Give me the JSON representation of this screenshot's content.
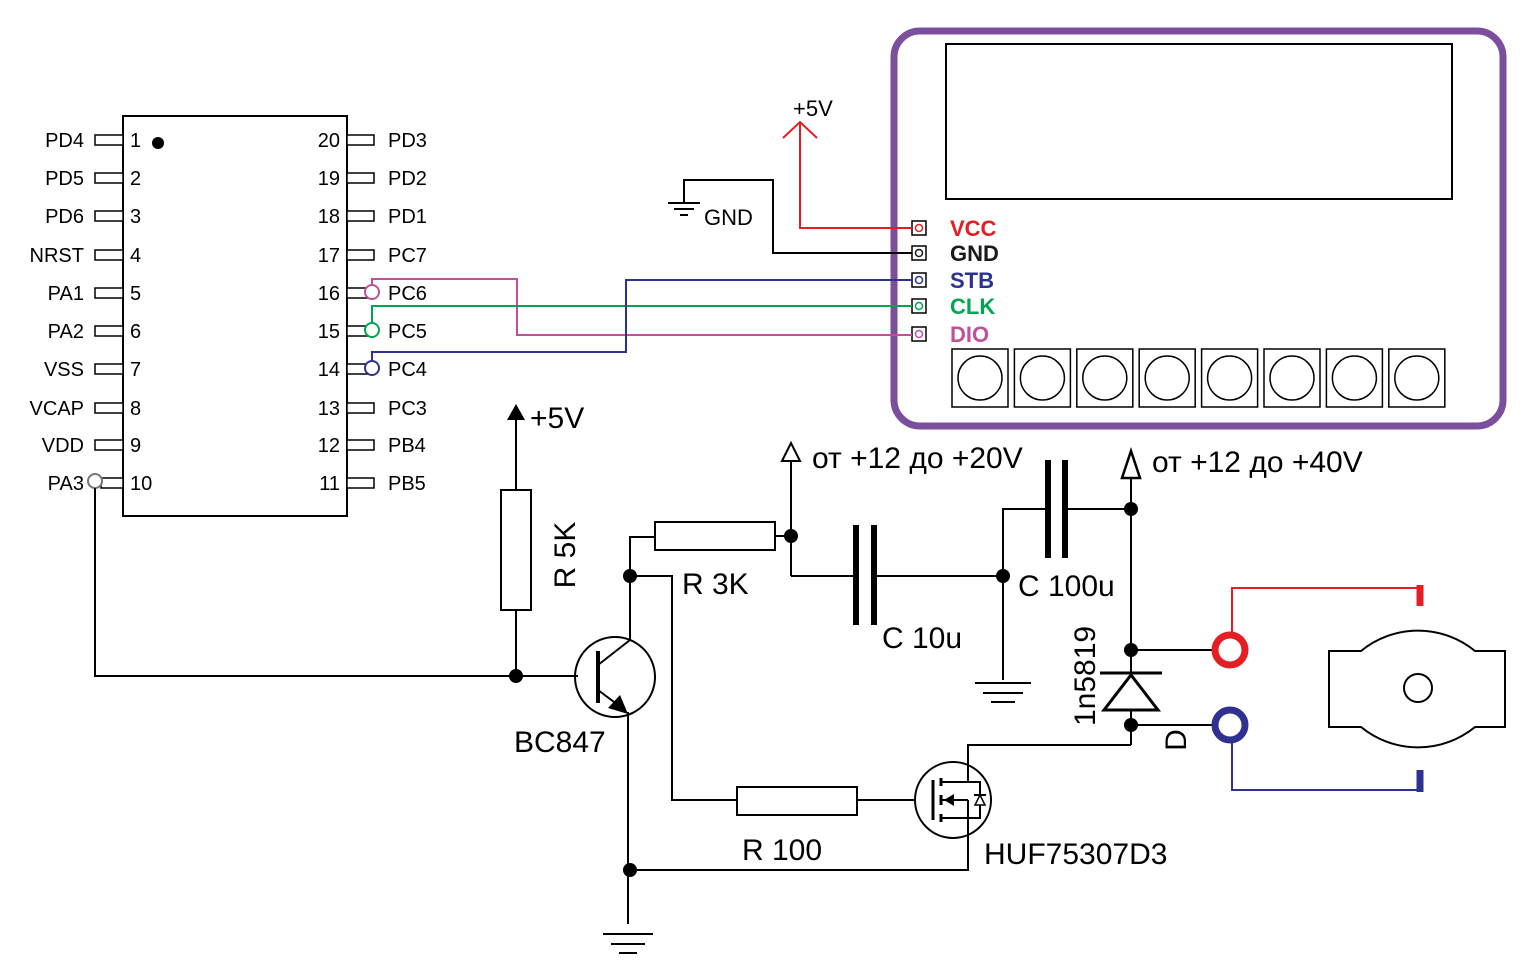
{
  "mcu": {
    "left_pins": [
      {
        "name": "PD4",
        "num": "1"
      },
      {
        "name": "PD5",
        "num": "2"
      },
      {
        "name": "PD6",
        "num": "3"
      },
      {
        "name": "NRST",
        "num": "4"
      },
      {
        "name": "PA1",
        "num": "5"
      },
      {
        "name": "PA2",
        "num": "6"
      },
      {
        "name": "VSS",
        "num": "7"
      },
      {
        "name": "VCAP",
        "num": "8"
      },
      {
        "name": "VDD",
        "num": "9"
      },
      {
        "name": "PA3",
        "num": "10"
      }
    ],
    "right_pins": [
      {
        "name": "PD3",
        "num": "20"
      },
      {
        "name": "PD2",
        "num": "19"
      },
      {
        "name": "PD1",
        "num": "18"
      },
      {
        "name": "PC7",
        "num": "17"
      },
      {
        "name": "PC6",
        "num": "16"
      },
      {
        "name": "PC5",
        "num": "15"
      },
      {
        "name": "PC4",
        "num": "14"
      },
      {
        "name": "PC3",
        "num": "13"
      },
      {
        "name": "PB4",
        "num": "12"
      },
      {
        "name": "PB5",
        "num": "11"
      }
    ]
  },
  "display": {
    "pins": [
      {
        "label": "VCC",
        "color": "#e31e24"
      },
      {
        "label": "GND",
        "color": "#1a1a1a"
      },
      {
        "label": "STB",
        "color": "#2e3192"
      },
      {
        "label": "CLK",
        "color": "#00a651"
      },
      {
        "label": "DIO",
        "color": "#c05199"
      }
    ],
    "button_count": 8,
    "frame_color": "#7b4f9e"
  },
  "power": {
    "display_vcc": "+5V",
    "display_gnd": "GND",
    "pullup": "+5V",
    "supply_1": "от +12 до +20V",
    "supply_2": "от +12 до +40V"
  },
  "components": {
    "r1": "R 5K",
    "r2": "R 3K",
    "r3": "R 100",
    "c1": "C 10u",
    "c2": "C 100u",
    "diode": "1n5819",
    "diode_tag": "D",
    "transistor": "BC847",
    "mosfet": "HUF75307D3"
  },
  "wire_colors": {
    "red": "#e31e24",
    "blue": "#2e3192",
    "green": "#00a651",
    "magenta": "#c05199",
    "motor_red": "#e31e24",
    "motor_blue": "#2e3192"
  }
}
